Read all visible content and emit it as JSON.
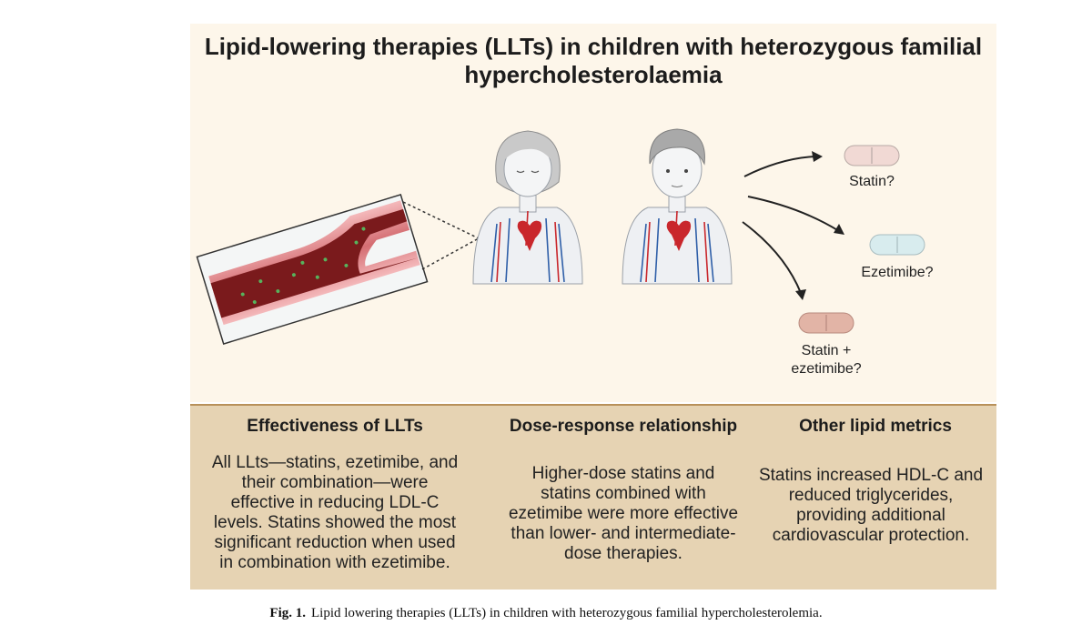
{
  "figure": {
    "title_line1": "Lipid-lowering therapies (LLTs) in children with heterozygous familial",
    "title_line2": "hypercholesterolaemia",
    "pills": [
      {
        "label": "Statin?",
        "color": "#f1d9d4"
      },
      {
        "label": "Ezetimibe?",
        "color": "#d8ecee"
      },
      {
        "label_line1": "Statin +",
        "label_line2": "ezetimibe?",
        "color": "#e2b4a6"
      }
    ],
    "columns": [
      {
        "heading": "Effectiveness of LLTs",
        "lines": [
          "All LLts—statins, ezetimibe, and",
          "their combination—were",
          "effective in reducing LDL-C",
          "levels. Statins showed the most",
          "significant reduction when used",
          "in combination with ezetimibe."
        ]
      },
      {
        "heading": "Dose-response relationship",
        "lines": [
          "Higher-dose statins and",
          "statins combined with",
          "ezetimibe were more effective",
          "than lower- and intermediate-",
          "dose therapies."
        ]
      },
      {
        "heading": "Other lipid metrics",
        "lines": [
          "Statins increased HDL-C and",
          "reduced triglycerides,",
          "providing additional",
          "cardiovascular protection."
        ]
      }
    ],
    "colors": {
      "top_panel": "#fdf6ea",
      "bottom_panel": "#e6d3b3",
      "artery": "#7a1a1c",
      "artery_wall": "#d9747a",
      "vein": "#2f5fa8",
      "heart": "#c9272c"
    }
  },
  "caption": {
    "label": "Fig. 1.",
    "text": "Lipid lowering therapies (LLTs) in children with heterozygous familial hypercholesterolemia."
  }
}
